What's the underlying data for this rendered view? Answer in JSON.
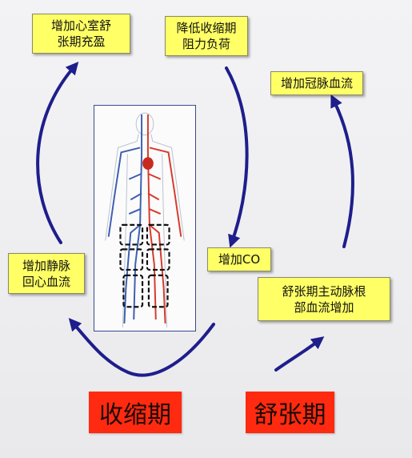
{
  "boxes": {
    "filling": [
      "增加心室舒",
      "张期充盈"
    ],
    "afterload": [
      "降低收缩期",
      "阻力负荷"
    ],
    "coronary": "增加冠脉血流",
    "venous": [
      "增加静脉",
      "回心血流"
    ],
    "co": "增加CO",
    "aortic": [
      "舒张期主动脉根",
      "部血流增加"
    ]
  },
  "phases": {
    "systole": "收缩期",
    "diastole": "舒张期"
  },
  "colors": {
    "arrow": "#1e1e8c",
    "box_fill": "#ffff66",
    "phase_fill": "#ff2a0f",
    "artery": "#d73a2c",
    "vein": "#3d5fb0"
  }
}
